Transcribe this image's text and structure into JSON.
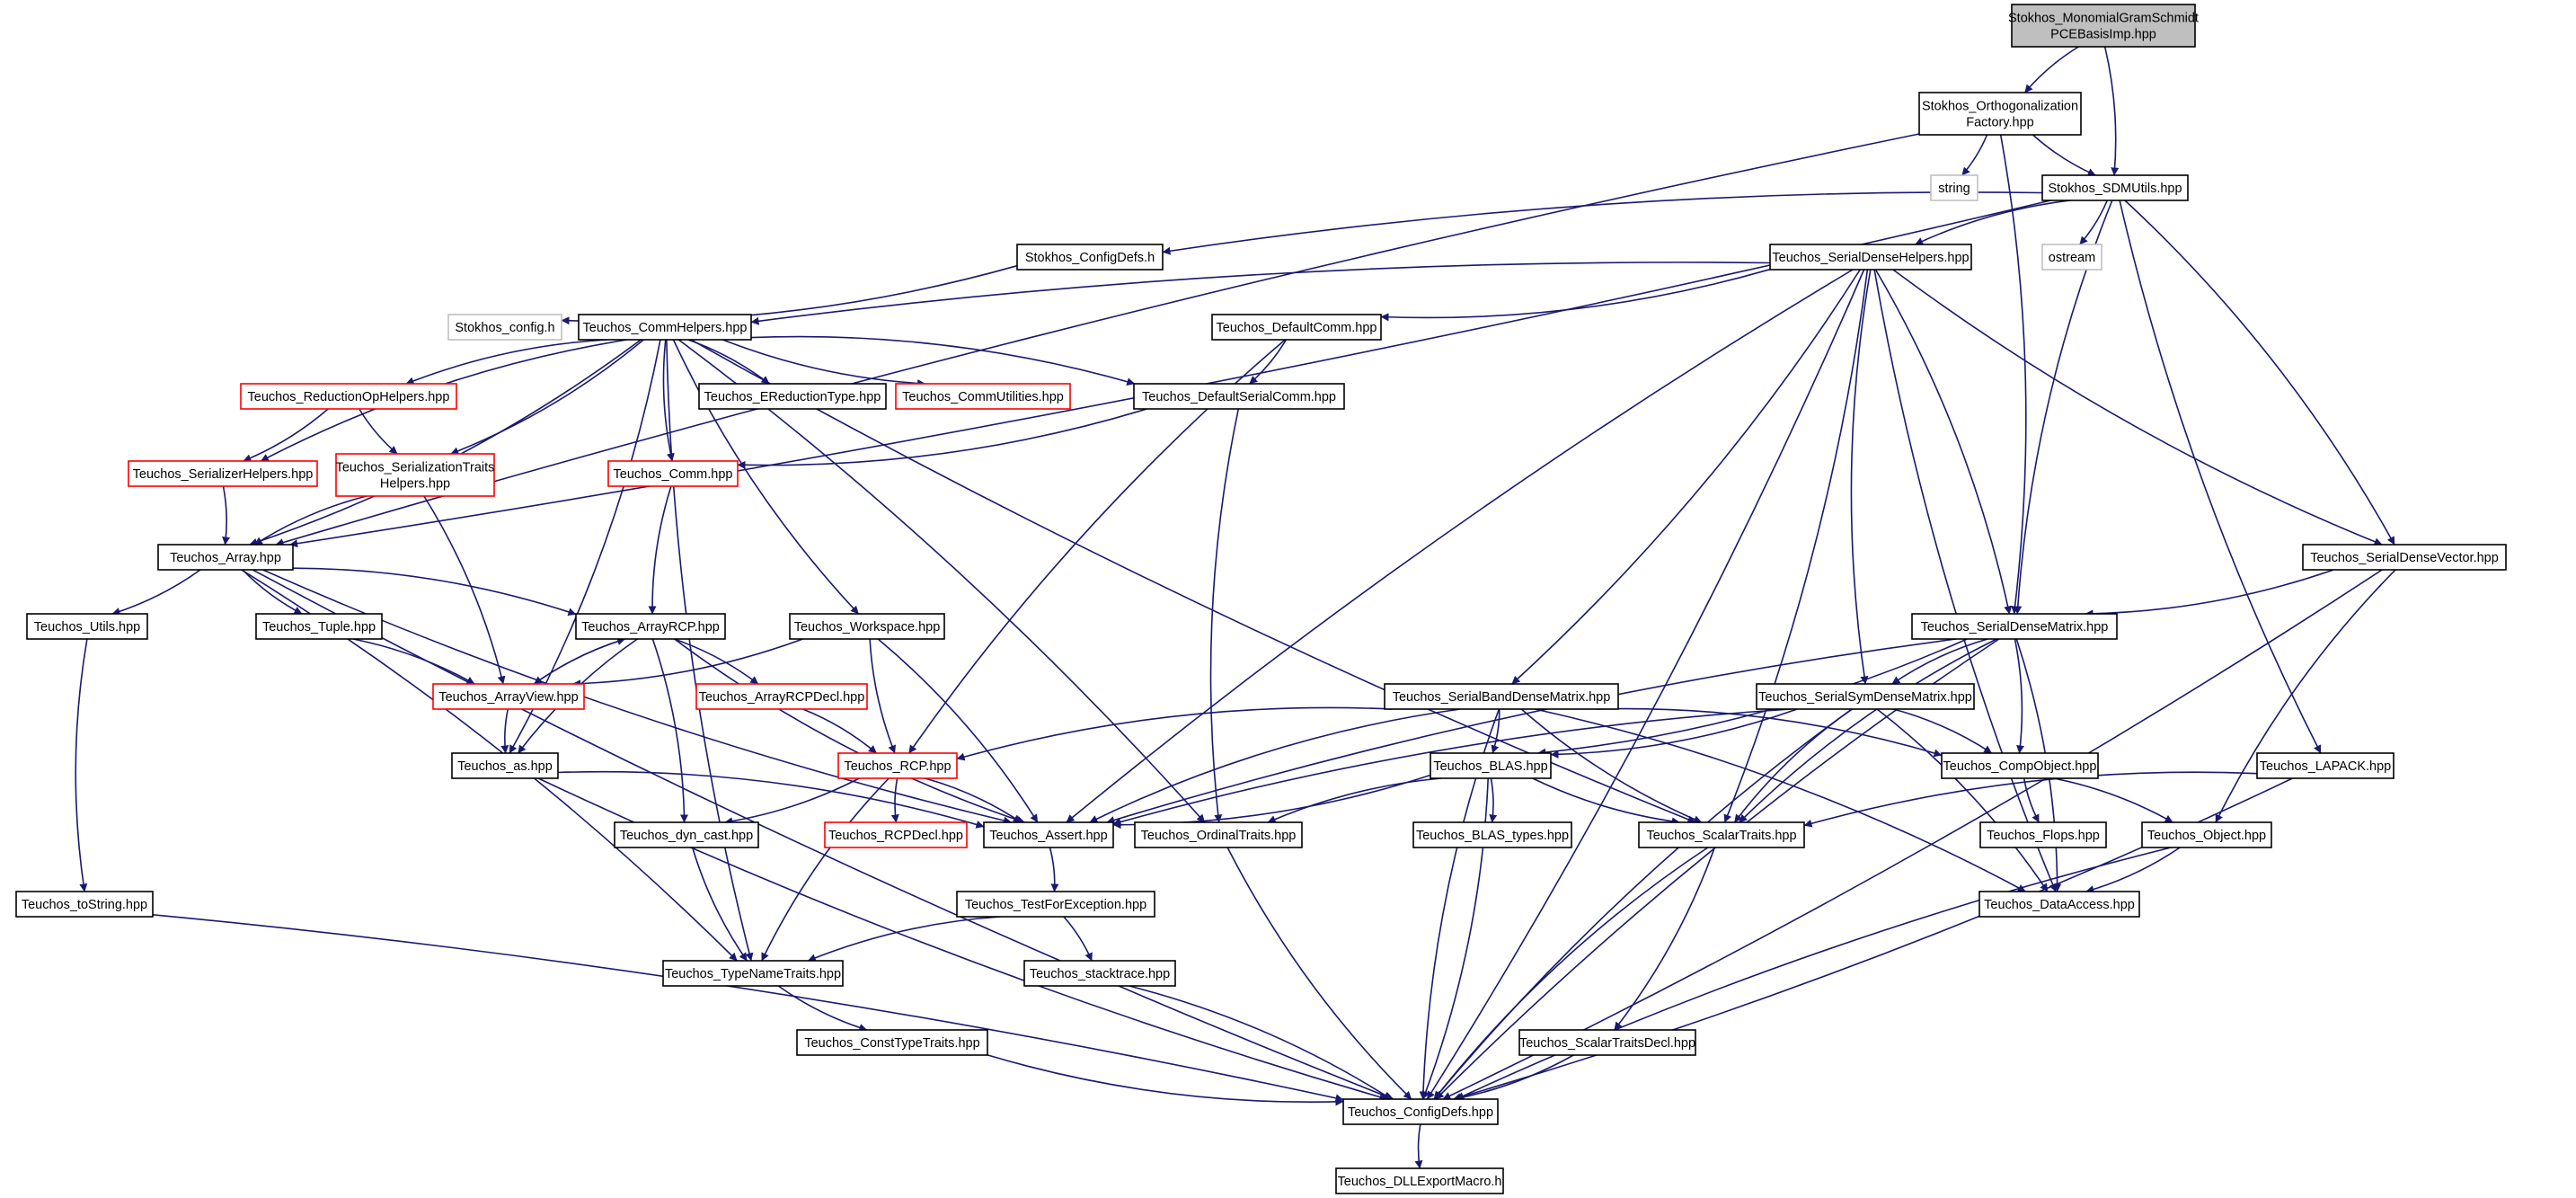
{
  "graph": {
    "root": "n_root",
    "colors": {
      "edge": "#191970",
      "node_border": "#000000",
      "incomplete_node_border": "#ff0000",
      "external_node_border": "#bfbfbf",
      "root_fill": "#bfbfbf"
    },
    "nodes": [
      {
        "id": "n_root",
        "lines": [
          "Stokhos_MonomialGramSchmidt",
          "PCEBasisImp.hpp"
        ],
        "kind": "root"
      },
      {
        "id": "n_orthofact",
        "lines": [
          "Stokhos_Orthogonalization",
          "Factory.hpp"
        ],
        "kind": "normal"
      },
      {
        "id": "n_string",
        "lines": [
          "string"
        ],
        "kind": "external"
      },
      {
        "id": "n_sdmutils",
        "lines": [
          "Stokhos_SDMUtils.hpp"
        ],
        "kind": "normal"
      },
      {
        "id": "n_ostream",
        "lines": [
          "ostream"
        ],
        "kind": "external"
      },
      {
        "id": "n_stkconfigdefs",
        "lines": [
          "Stokhos_ConfigDefs.h"
        ],
        "kind": "normal"
      },
      {
        "id": "n_stkconfig",
        "lines": [
          "Stokhos_config.h"
        ],
        "kind": "external"
      },
      {
        "id": "n_serdensehelpers",
        "lines": [
          "Teuchos_SerialDenseHelpers.hpp"
        ],
        "kind": "normal"
      },
      {
        "id": "n_commhelpers",
        "lines": [
          "Teuchos_CommHelpers.hpp"
        ],
        "kind": "normal"
      },
      {
        "id": "n_defaultcomm",
        "lines": [
          "Teuchos_DefaultComm.hpp"
        ],
        "kind": "normal"
      },
      {
        "id": "n_redophelpers",
        "lines": [
          "Teuchos_ReductionOpHelpers.hpp"
        ],
        "kind": "red"
      },
      {
        "id": "n_ereduction",
        "lines": [
          "Teuchos_EReductionType.hpp"
        ],
        "kind": "normal"
      },
      {
        "id": "n_commutil",
        "lines": [
          "Teuchos_CommUtilities.hpp"
        ],
        "kind": "red"
      },
      {
        "id": "n_defserialcomm",
        "lines": [
          "Teuchos_DefaultSerialComm.hpp"
        ],
        "kind": "normal"
      },
      {
        "id": "n_serhelpers",
        "lines": [
          "Teuchos_SerializerHelpers.hpp"
        ],
        "kind": "red"
      },
      {
        "id": "n_sertraithelpers",
        "lines": [
          "Teuchos_SerializationTraits",
          "Helpers.hpp"
        ],
        "kind": "red"
      },
      {
        "id": "n_comm",
        "lines": [
          "Teuchos_Comm.hpp"
        ],
        "kind": "red"
      },
      {
        "id": "n_array",
        "lines": [
          "Teuchos_Array.hpp"
        ],
        "kind": "normal"
      },
      {
        "id": "n_serdensevec",
        "lines": [
          "Teuchos_SerialDenseVector.hpp"
        ],
        "kind": "normal"
      },
      {
        "id": "n_utils",
        "lines": [
          "Teuchos_Utils.hpp"
        ],
        "kind": "normal"
      },
      {
        "id": "n_tuple",
        "lines": [
          "Teuchos_Tuple.hpp"
        ],
        "kind": "normal"
      },
      {
        "id": "n_arrayrcp",
        "lines": [
          "Teuchos_ArrayRCP.hpp"
        ],
        "kind": "normal"
      },
      {
        "id": "n_workspace",
        "lines": [
          "Teuchos_Workspace.hpp"
        ],
        "kind": "normal"
      },
      {
        "id": "n_serdensematrix",
        "lines": [
          "Teuchos_SerialDenseMatrix.hpp"
        ],
        "kind": "normal"
      },
      {
        "id": "n_arrayview",
        "lines": [
          "Teuchos_ArrayView.hpp"
        ],
        "kind": "red"
      },
      {
        "id": "n_arrayrcpdecl",
        "lines": [
          "Teuchos_ArrayRCPDecl.hpp"
        ],
        "kind": "red"
      },
      {
        "id": "n_serbandmatrix",
        "lines": [
          "Teuchos_SerialBandDenseMatrix.hpp"
        ],
        "kind": "normal"
      },
      {
        "id": "n_sersymmatrix",
        "lines": [
          "Teuchos_SerialSymDenseMatrix.hpp"
        ],
        "kind": "normal"
      },
      {
        "id": "n_as",
        "lines": [
          "Teuchos_as.hpp"
        ],
        "kind": "normal"
      },
      {
        "id": "n_rcp",
        "lines": [
          "Teuchos_RCP.hpp"
        ],
        "kind": "red"
      },
      {
        "id": "n_blas",
        "lines": [
          "Teuchos_BLAS.hpp"
        ],
        "kind": "normal"
      },
      {
        "id": "n_compobject",
        "lines": [
          "Teuchos_CompObject.hpp"
        ],
        "kind": "normal"
      },
      {
        "id": "n_lapack",
        "lines": [
          "Teuchos_LAPACK.hpp"
        ],
        "kind": "normal"
      },
      {
        "id": "n_dyncast",
        "lines": [
          "Teuchos_dyn_cast.hpp"
        ],
        "kind": "normal"
      },
      {
        "id": "n_rcpdecl",
        "lines": [
          "Teuchos_RCPDecl.hpp"
        ],
        "kind": "red"
      },
      {
        "id": "n_assert",
        "lines": [
          "Teuchos_Assert.hpp"
        ],
        "kind": "normal"
      },
      {
        "id": "n_ordinal",
        "lines": [
          "Teuchos_OrdinalTraits.hpp"
        ],
        "kind": "normal"
      },
      {
        "id": "n_blastypes",
        "lines": [
          "Teuchos_BLAS_types.hpp"
        ],
        "kind": "normal"
      },
      {
        "id": "n_scalartraits",
        "lines": [
          "Teuchos_ScalarTraits.hpp"
        ],
        "kind": "normal"
      },
      {
        "id": "n_flops",
        "lines": [
          "Teuchos_Flops.hpp"
        ],
        "kind": "normal"
      },
      {
        "id": "n_object",
        "lines": [
          "Teuchos_Object.hpp"
        ],
        "kind": "normal"
      },
      {
        "id": "n_tostring",
        "lines": [
          "Teuchos_toString.hpp"
        ],
        "kind": "normal"
      },
      {
        "id": "n_testforexc",
        "lines": [
          "Teuchos_TestForException.hpp"
        ],
        "kind": "normal"
      },
      {
        "id": "n_dataaccess",
        "lines": [
          "Teuchos_DataAccess.hpp"
        ],
        "kind": "normal"
      },
      {
        "id": "n_typename",
        "lines": [
          "Teuchos_TypeNameTraits.hpp"
        ],
        "kind": "normal"
      },
      {
        "id": "n_stacktrace",
        "lines": [
          "Teuchos_stacktrace.hpp"
        ],
        "kind": "normal"
      },
      {
        "id": "n_consttype",
        "lines": [
          "Teuchos_ConstTypeTraits.hpp"
        ],
        "kind": "normal"
      },
      {
        "id": "n_scalartraitsdecl",
        "lines": [
          "Teuchos_ScalarTraitsDecl.hpp"
        ],
        "kind": "normal"
      },
      {
        "id": "n_configdefs",
        "lines": [
          "Teuchos_ConfigDefs.hpp"
        ],
        "kind": "normal"
      },
      {
        "id": "n_dllexport",
        "lines": [
          "Teuchos_DLLExportMacro.h"
        ],
        "kind": "normal"
      }
    ],
    "edges": [
      [
        "n_root",
        "n_orthofact"
      ],
      [
        "n_root",
        "n_sdmutils"
      ],
      [
        "n_orthofact",
        "n_array"
      ],
      [
        "n_orthofact",
        "n_string"
      ],
      [
        "n_orthofact",
        "n_sdmutils"
      ],
      [
        "n_orthofact",
        "n_serdensematrix"
      ],
      [
        "n_sdmutils",
        "n_stkconfigdefs"
      ],
      [
        "n_sdmutils",
        "n_ostream"
      ],
      [
        "n_sdmutils",
        "n_serdensehelpers"
      ],
      [
        "n_sdmutils",
        "n_array"
      ],
      [
        "n_sdmutils",
        "n_serdensematrix"
      ],
      [
        "n_sdmutils",
        "n_serdensevec"
      ],
      [
        "n_sdmutils",
        "n_lapack"
      ],
      [
        "n_stkconfigdefs",
        "n_stkconfig"
      ],
      [
        "n_serdensehelpers",
        "n_commhelpers"
      ],
      [
        "n_serdensehelpers",
        "n_defaultcomm"
      ],
      [
        "n_serdensehelpers",
        "n_assert"
      ],
      [
        "n_serdensehelpers",
        "n_serbandmatrix"
      ],
      [
        "n_serdensehelpers",
        "n_sersymmatrix"
      ],
      [
        "n_serdensehelpers",
        "n_serdensematrix"
      ],
      [
        "n_serdensehelpers",
        "n_serdensevec"
      ],
      [
        "n_serdensehelpers",
        "n_scalartraits"
      ],
      [
        "n_serdensehelpers",
        "n_dataaccess"
      ],
      [
        "n_serdensehelpers",
        "n_configdefs"
      ],
      [
        "n_commhelpers",
        "n_redophelpers"
      ],
      [
        "n_commhelpers",
        "n_ereduction"
      ],
      [
        "n_commhelpers",
        "n_commutil"
      ],
      [
        "n_commhelpers",
        "n_defserialcomm"
      ],
      [
        "n_commhelpers",
        "n_serhelpers"
      ],
      [
        "n_commhelpers",
        "n_sertraithelpers"
      ],
      [
        "n_commhelpers",
        "n_comm"
      ],
      [
        "n_commhelpers",
        "n_array"
      ],
      [
        "n_commhelpers",
        "n_workspace"
      ],
      [
        "n_commhelpers",
        "n_as"
      ],
      [
        "n_commhelpers",
        "n_typename"
      ],
      [
        "n_commhelpers",
        "n_ordinal"
      ],
      [
        "n_commhelpers",
        "n_scalartraits"
      ],
      [
        "n_defaultcomm",
        "n_defserialcomm"
      ],
      [
        "n_defaultcomm",
        "n_rcp"
      ],
      [
        "n_redophelpers",
        "n_serhelpers"
      ],
      [
        "n_redophelpers",
        "n_sertraithelpers"
      ],
      [
        "n_defserialcomm",
        "n_comm"
      ],
      [
        "n_defserialcomm",
        "n_ordinal"
      ],
      [
        "n_serhelpers",
        "n_array"
      ],
      [
        "n_sertraithelpers",
        "n_array"
      ],
      [
        "n_sertraithelpers",
        "n_arrayview"
      ],
      [
        "n_comm",
        "n_arrayrcp"
      ],
      [
        "n_array",
        "n_utils"
      ],
      [
        "n_array",
        "n_tuple"
      ],
      [
        "n_array",
        "n_arrayrcp"
      ],
      [
        "n_array",
        "n_assert"
      ],
      [
        "n_array",
        "n_typename"
      ],
      [
        "n_array",
        "n_configdefs"
      ],
      [
        "n_serdensevec",
        "n_serdensematrix"
      ],
      [
        "n_serdensevec",
        "n_object"
      ],
      [
        "n_serdensevec",
        "n_configdefs"
      ],
      [
        "n_utils",
        "n_tostring"
      ],
      [
        "n_tuple",
        "n_arrayview"
      ],
      [
        "n_arrayrcp",
        "n_arrayview"
      ],
      [
        "n_arrayrcp",
        "n_arrayrcpdecl"
      ],
      [
        "n_arrayrcp",
        "n_as"
      ],
      [
        "n_arrayrcp",
        "n_dyncast"
      ],
      [
        "n_arrayrcp",
        "n_assert"
      ],
      [
        "n_arrayview",
        "n_arrayrcp"
      ],
      [
        "n_arrayview",
        "n_as"
      ],
      [
        "n_workspace",
        "n_arrayview"
      ],
      [
        "n_workspace",
        "n_rcp"
      ],
      [
        "n_workspace",
        "n_assert"
      ],
      [
        "n_serdensematrix",
        "n_assert"
      ],
      [
        "n_serdensematrix",
        "n_blas"
      ],
      [
        "n_serdensematrix",
        "n_sersymmatrix"
      ],
      [
        "n_serdensematrix",
        "n_compobject"
      ],
      [
        "n_serdensematrix",
        "n_scalartraits"
      ],
      [
        "n_serdensematrix",
        "n_dataaccess"
      ],
      [
        "n_serdensematrix",
        "n_configdefs"
      ],
      [
        "n_arrayrcpdecl",
        "n_rcp"
      ],
      [
        "n_serbandmatrix",
        "n_rcp"
      ],
      [
        "n_serbandmatrix",
        "n_blas"
      ],
      [
        "n_serbandmatrix",
        "n_assert"
      ],
      [
        "n_serbandmatrix",
        "n_compobject"
      ],
      [
        "n_serbandmatrix",
        "n_scalartraits"
      ],
      [
        "n_serbandmatrix",
        "n_dataaccess"
      ],
      [
        "n_serbandmatrix",
        "n_configdefs"
      ],
      [
        "n_sersymmatrix",
        "n_blas"
      ],
      [
        "n_sersymmatrix",
        "n_assert"
      ],
      [
        "n_sersymmatrix",
        "n_compobject"
      ],
      [
        "n_sersymmatrix",
        "n_scalartraits"
      ],
      [
        "n_sersymmatrix",
        "n_dataaccess"
      ],
      [
        "n_sersymmatrix",
        "n_configdefs"
      ],
      [
        "n_as",
        "n_assert"
      ],
      [
        "n_as",
        "n_configdefs"
      ],
      [
        "n_rcp",
        "n_dyncast"
      ],
      [
        "n_rcp",
        "n_rcpdecl"
      ],
      [
        "n_rcp",
        "n_assert"
      ],
      [
        "n_rcp",
        "n_typename"
      ],
      [
        "n_blas",
        "n_assert"
      ],
      [
        "n_blas",
        "n_ordinal"
      ],
      [
        "n_blas",
        "n_blastypes"
      ],
      [
        "n_blas",
        "n_scalartraits"
      ],
      [
        "n_blas",
        "n_configdefs"
      ],
      [
        "n_compobject",
        "n_flops"
      ],
      [
        "n_compobject",
        "n_object"
      ],
      [
        "n_lapack",
        "n_scalartraits"
      ],
      [
        "n_lapack",
        "n_configdefs"
      ],
      [
        "n_dyncast",
        "n_typename"
      ],
      [
        "n_assert",
        "n_testforexc"
      ],
      [
        "n_ordinal",
        "n_configdefs"
      ],
      [
        "n_scalartraits",
        "n_scalartraitsdecl"
      ],
      [
        "n_scalartraits",
        "n_configdefs"
      ],
      [
        "n_object",
        "n_dataaccess"
      ],
      [
        "n_object",
        "n_configdefs"
      ],
      [
        "n_tostring",
        "n_configdefs"
      ],
      [
        "n_testforexc",
        "n_typename"
      ],
      [
        "n_testforexc",
        "n_stacktrace"
      ],
      [
        "n_typename",
        "n_consttype"
      ],
      [
        "n_stacktrace",
        "n_configdefs"
      ],
      [
        "n_consttype",
        "n_configdefs"
      ],
      [
        "n_scalartraitsdecl",
        "n_configdefs"
      ],
      [
        "n_configdefs",
        "n_dllexport"
      ]
    ]
  }
}
